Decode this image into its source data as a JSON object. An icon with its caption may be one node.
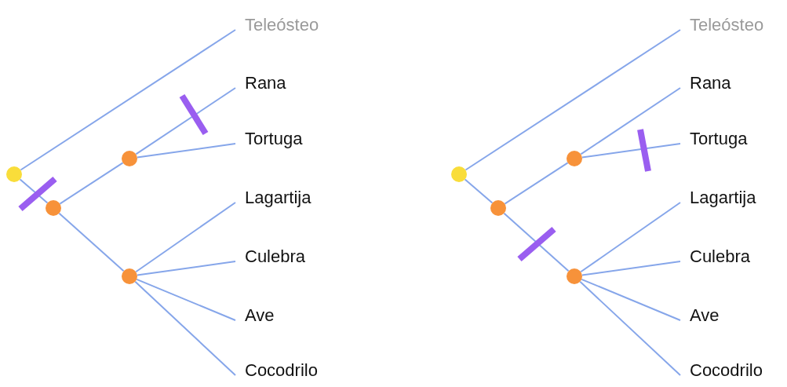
{
  "diagram": {
    "nodes": [
      {
        "text": [],
        "shape": "circle"
      },
      {
        "text": [],
        "shape": "circle"
      },
      {
        "text": [],
        "shape": "circle"
      },
      {
        "text": [],
        "shape": "circle"
      },
      {
        "text": [
          "Teleósteo"
        ]
      },
      {
        "text": [
          "Rana"
        ]
      },
      {
        "text": [
          "Tortuga"
        ]
      },
      {
        "text": [
          "Lagartija"
        ]
      },
      {
        "text": [
          "Culebra"
        ]
      },
      {
        "text": [
          "Ave"
        ]
      },
      {
        "text": [
          "Cocodrilo"
        ]
      },
      {
        "text": [],
        "shape": "circle"
      },
      {
        "text": [],
        "shape": "circle"
      },
      {
        "text": [],
        "shape": "circle"
      },
      {
        "text": [],
        "shape": "circle"
      },
      {
        "text": [
          "Teleósteo"
        ]
      },
      {
        "text": [
          "Rana"
        ]
      },
      {
        "text": [
          "Tortuga"
        ]
      },
      {
        "text": [
          "Lagartija"
        ]
      },
      {
        "text": [
          "Culebra"
        ]
      },
      {
        "text": [
          "Ave"
        ]
      },
      {
        "text": [
          "Cocodrilo"
        ]
      }
    ],
    "edges": [
      {
        "from": 0,
        "to": 4,
        "arrow": "none"
      },
      {
        "from": 0,
        "to": 1,
        "arrow": "none"
      },
      {
        "from": 1,
        "to": 2,
        "arrow": "none"
      },
      {
        "from": 2,
        "to": 5,
        "arrow": "none"
      },
      {
        "from": 2,
        "to": 6,
        "arrow": "none"
      },
      {
        "from": 1,
        "to": 3,
        "arrow": "none"
      },
      {
        "from": 3,
        "to": 7,
        "arrow": "none"
      },
      {
        "from": 3,
        "to": 8,
        "arrow": "none"
      },
      {
        "from": 3,
        "to": 9,
        "arrow": "none"
      },
      {
        "from": 3,
        "to": 10,
        "arrow": "none"
      },
      {
        "from": 11,
        "to": 15,
        "arrow": "none"
      },
      {
        "from": 11,
        "to": 12,
        "arrow": "none"
      },
      {
        "from": 12,
        "to": 13,
        "arrow": "none"
      },
      {
        "from": 13,
        "to": 16,
        "arrow": "none"
      },
      {
        "from": 13,
        "to": 17,
        "arrow": "none"
      },
      {
        "from": 12,
        "to": 14,
        "arrow": "none"
      },
      {
        "from": 14,
        "to": 18,
        "arrow": "none"
      },
      {
        "from": 14,
        "to": 19,
        "arrow": "none"
      },
      {
        "from": 14,
        "to": 20,
        "arrow": "none"
      },
      {
        "from": 14,
        "to": 21,
        "arrow": "none"
      }
    ]
  }
}
